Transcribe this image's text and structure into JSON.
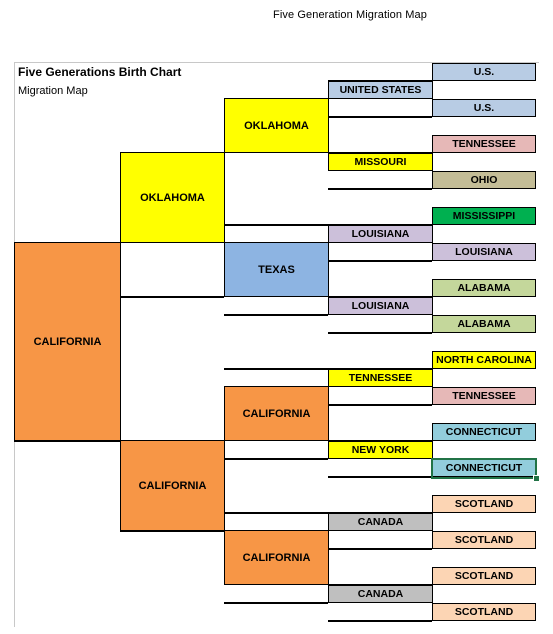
{
  "page_heading": "Five Generation Migration Map",
  "chart": {
    "title": "Five Generations Birth Chart",
    "subtitle": "Migration Map"
  },
  "colors": {
    "orange": "#f79646",
    "yellow": "#ffff00",
    "blue": "#8db4e2",
    "light_blue": "#b8cce4",
    "lavender": "#ccc0da",
    "pink": "#e6b8b7",
    "tan": "#c4bd97",
    "green": "#00b050",
    "light_green": "#c4d79b",
    "teal": "#92cddc",
    "peach": "#fcd5b4",
    "gray": "#bfbfbf"
  },
  "gen1": {
    "label": "CALIFORNIA"
  },
  "gen2": [
    {
      "label": "OKLAHOMA"
    },
    {
      "label": "CALIFORNIA"
    }
  ],
  "gen3": [
    {
      "label": "OKLAHOMA"
    },
    {
      "label": "TEXAS"
    },
    {
      "label": "CALIFORNIA"
    },
    {
      "label": "CALIFORNIA"
    }
  ],
  "gen4": [
    {
      "label": "UNITED STATES"
    },
    {
      "label": "MISSOURI"
    },
    {
      "label": "LOUISIANA"
    },
    {
      "label": "LOUISIANA"
    },
    {
      "label": "TENNESSEE"
    },
    {
      "label": "NEW YORK"
    },
    {
      "label": "CANADA"
    },
    {
      "label": "CANADA"
    }
  ],
  "gen5": [
    {
      "label": "U.S."
    },
    {
      "label": "U.S."
    },
    {
      "label": "TENNESSEE"
    },
    {
      "label": "OHIO"
    },
    {
      "label": "MISSISSIPPI"
    },
    {
      "label": "LOUISIANA"
    },
    {
      "label": "ALABAMA"
    },
    {
      "label": "ALABAMA"
    },
    {
      "label": "NORTH CAROLINA"
    },
    {
      "label": "TENNESSEE"
    },
    {
      "label": "CONNECTICUT"
    },
    {
      "label": "CONNECTICUT"
    },
    {
      "label": "SCOTLAND"
    },
    {
      "label": "SCOTLAND"
    },
    {
      "label": "SCOTLAND"
    },
    {
      "label": "SCOTLAND"
    }
  ]
}
